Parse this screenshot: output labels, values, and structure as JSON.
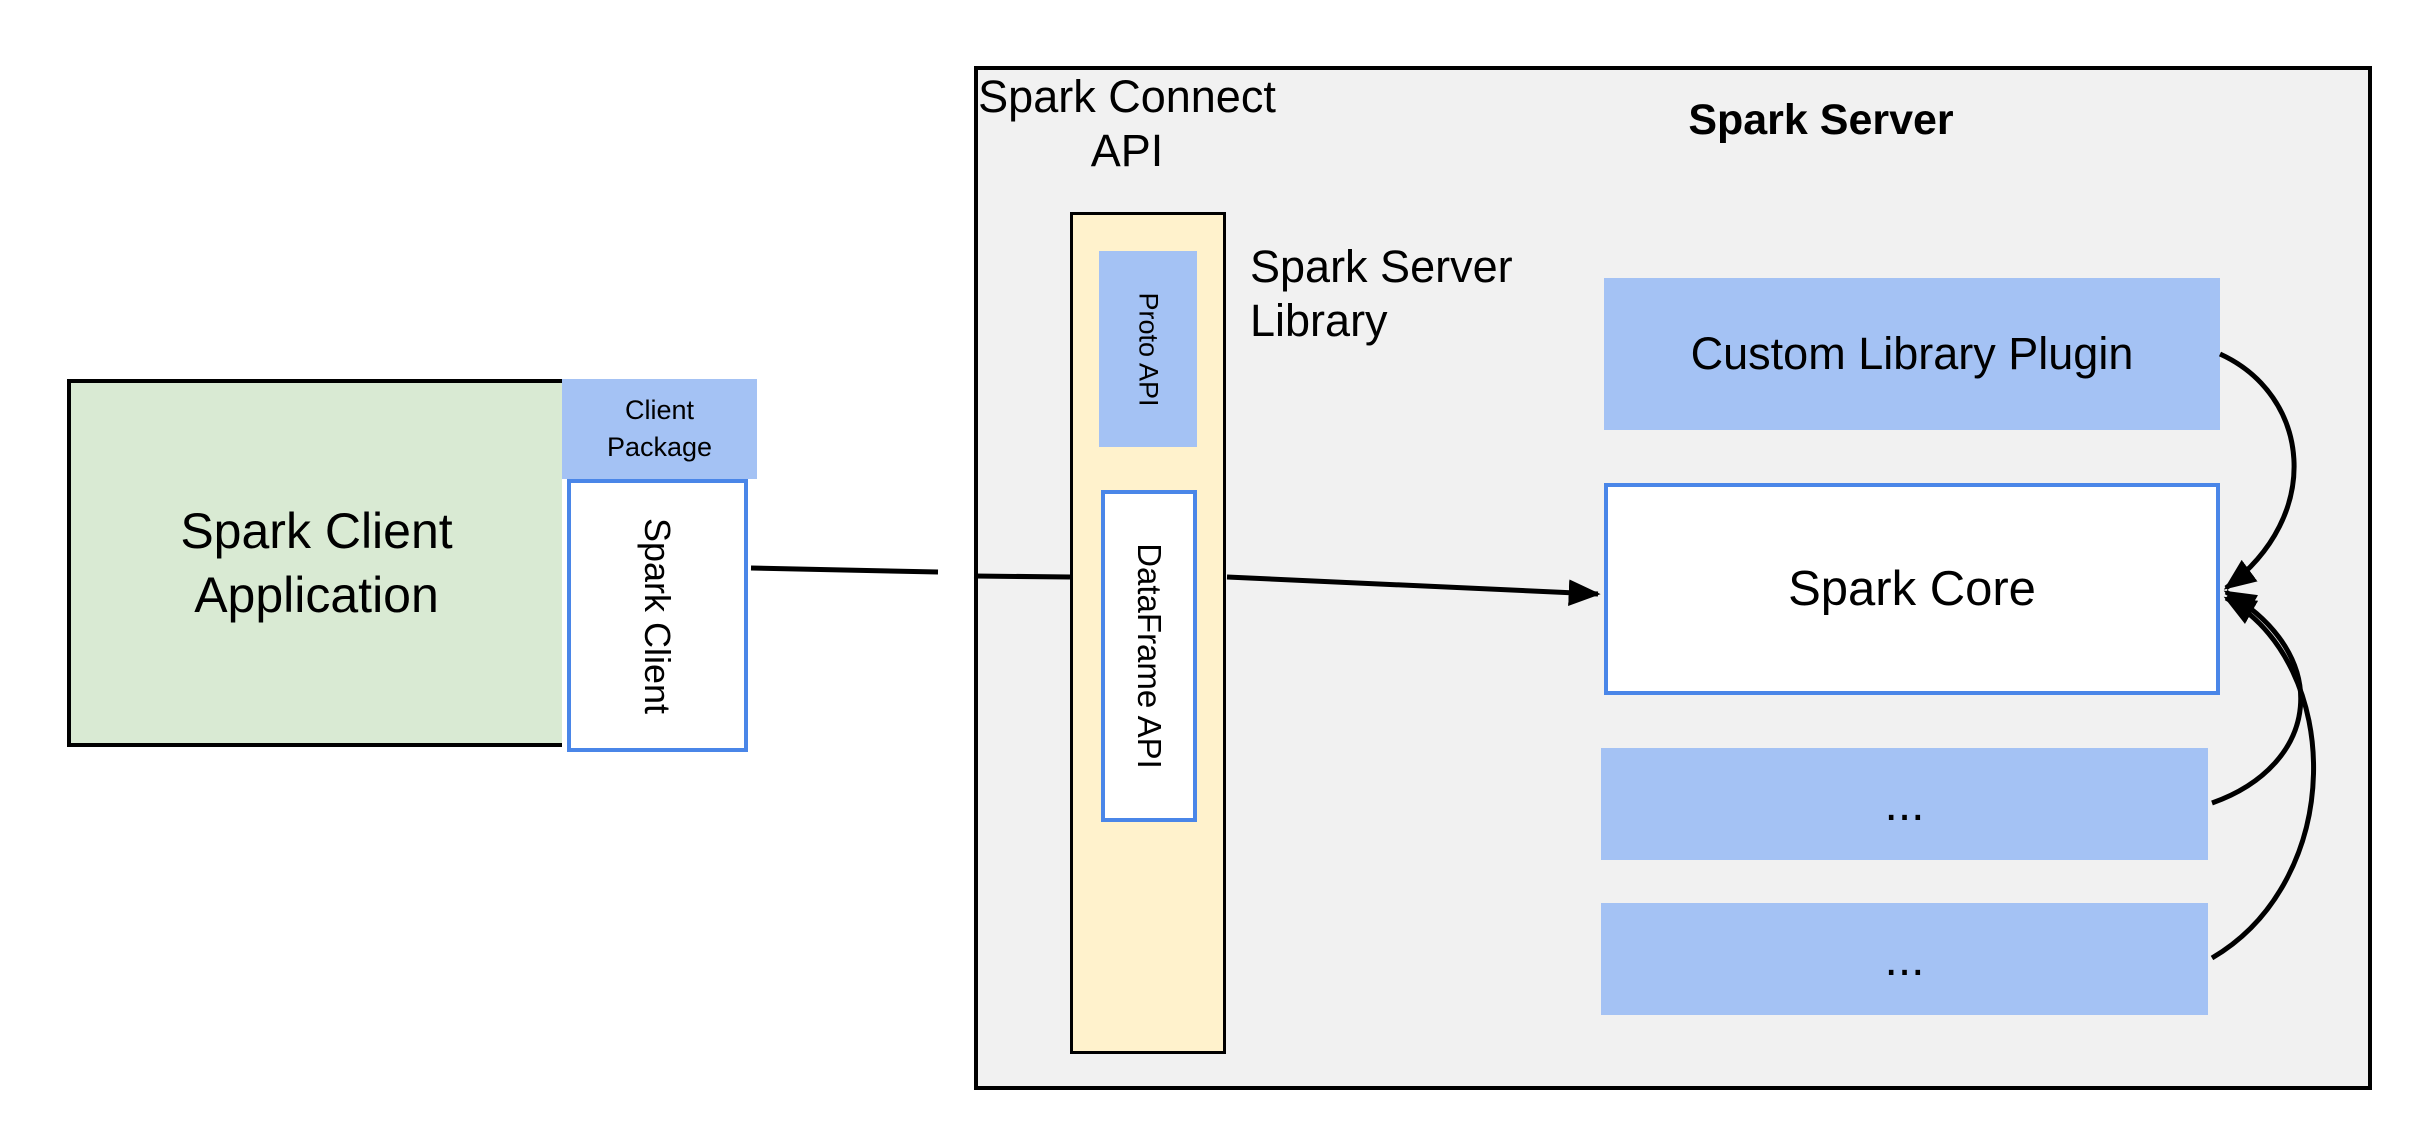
{
  "left_group": {
    "app_label_line1": "Spark Client",
    "app_label_line2": "Application",
    "package_label_line1": "Client",
    "package_label_line2": "Package",
    "client_label": "Spark Client"
  },
  "connect_api": {
    "title_line1": "Spark Connect",
    "title_line2": "API",
    "proto_label": "Proto API",
    "dataframe_label": "DataFrame API",
    "server_library_line1": "Spark Server",
    "server_library_line2": "Library"
  },
  "server": {
    "title": "Spark Server",
    "plugin_label": "Custom Library Plugin",
    "core_label": "Spark Core",
    "ellipsis1": "...",
    "ellipsis2": "..."
  },
  "colors": {
    "box_blue_fill": "#a4c2f4",
    "border_blue": "#4a86e8",
    "client_green": "#d9ead3",
    "api_yellow": "#fff2cc",
    "panel_gray": "#f1f1f1",
    "line_black": "#000000"
  }
}
